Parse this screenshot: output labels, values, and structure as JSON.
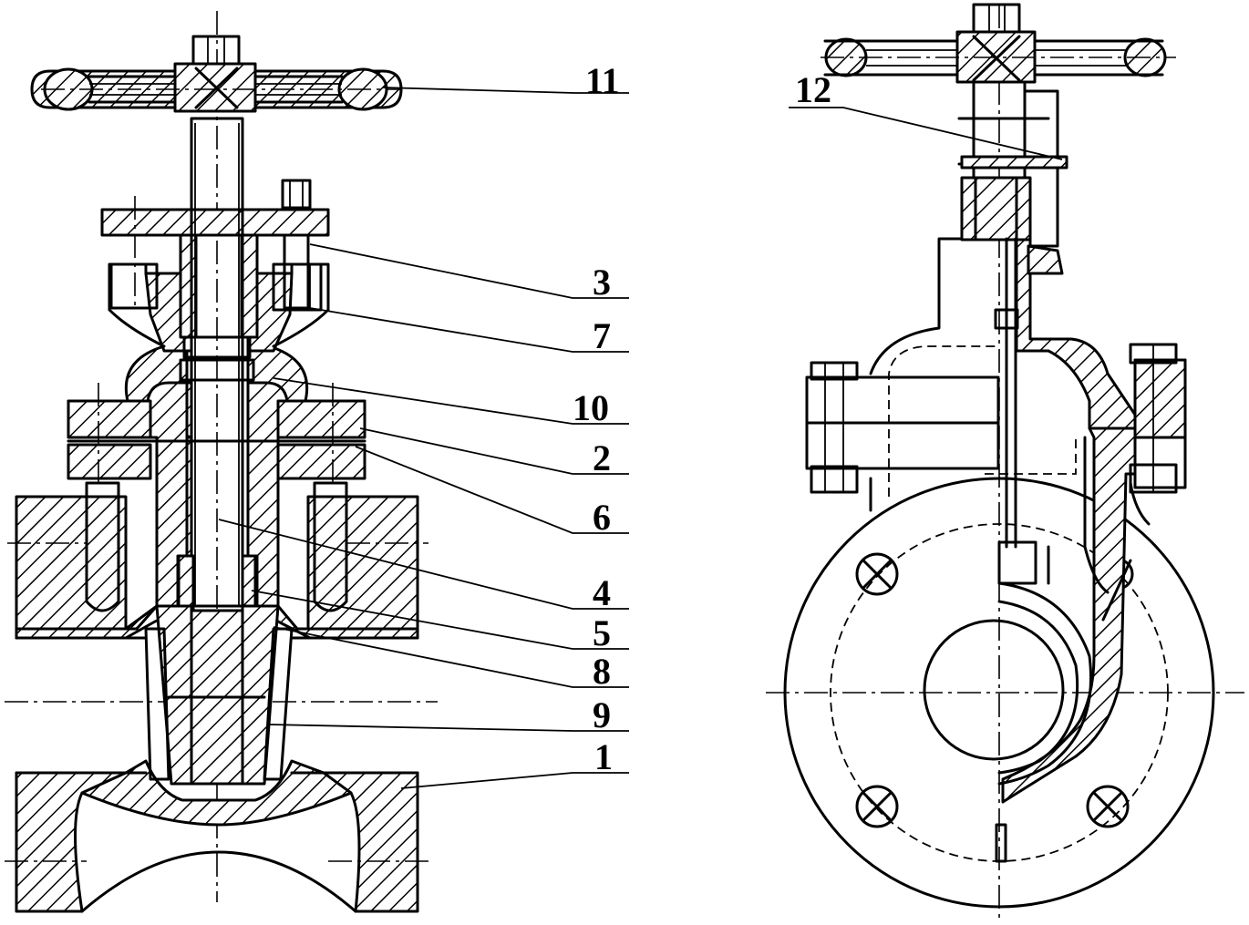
{
  "callouts": {
    "n11": "11",
    "n3": "3",
    "n7": "7",
    "n10": "10",
    "n2": "2",
    "n6": "6",
    "n4": "4",
    "n5": "5",
    "n8": "8",
    "n9": "9",
    "n1": "1",
    "n12": "12"
  },
  "colors": {
    "line": "#000000",
    "background": "#ffffff"
  }
}
